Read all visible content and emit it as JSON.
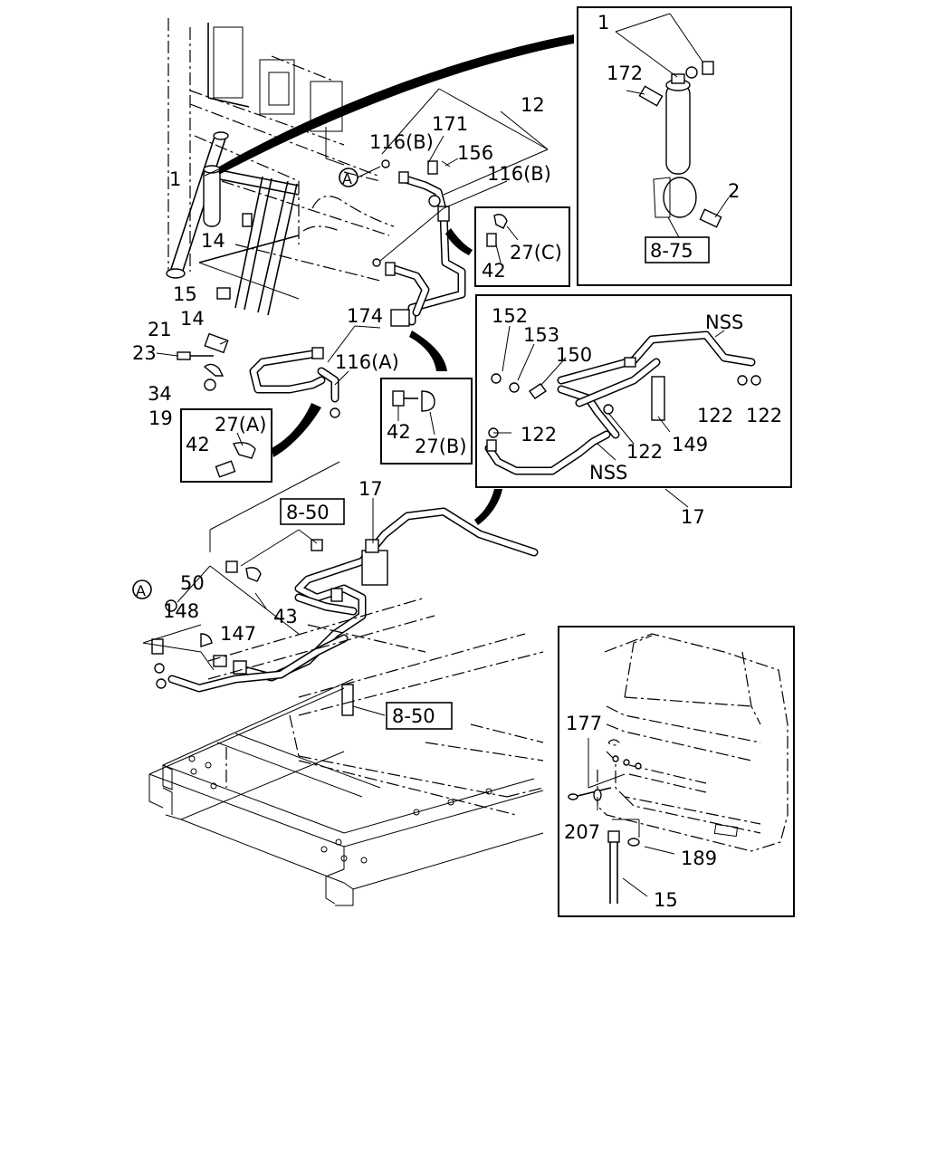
{
  "labels": {
    "c1": "1",
    "c172": "172",
    "c2": "2",
    "c875a": "8-75",
    "c12": "12",
    "c171": "171",
    "c156": "156",
    "c116b1": "116(B)",
    "c116b2": "116(B)",
    "c1main": "1",
    "c14a": "14",
    "c15": "15",
    "c14b": "14",
    "c21": "21",
    "c23": "23",
    "c34": "34",
    "c19": "19",
    "c174": "174",
    "c116a": "116(A)",
    "c27c": "27(C)",
    "c42c": "42",
    "c27a": "27(A)",
    "c42a": "42",
    "c42b": "42",
    "c27b": "27(B)",
    "c152": "152",
    "c153": "153",
    "c150": "150",
    "nss1": "NSS",
    "c122a": "122",
    "c122b": "122",
    "c122c": "122",
    "c122d": "122",
    "c149": "149",
    "nss2": "NSS",
    "c17box": "17",
    "c17": "17",
    "c850a": "8-50",
    "c850b": "8-50",
    "c50": "50",
    "c148": "148",
    "c147": "147",
    "c43": "43",
    "circleA1": "A",
    "circleA2": "A",
    "c177": "177",
    "c207": "207",
    "c189": "189",
    "c15b": "15"
  }
}
